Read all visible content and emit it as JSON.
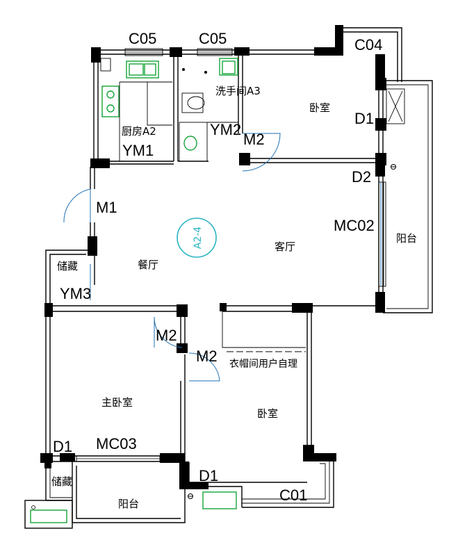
{
  "rooms": {
    "bedroom_ne": "卧室",
    "kitchen": "厨房A2",
    "bathroom": "洗手间A3",
    "living": "客厅",
    "dining": "餐厅",
    "balcony_e": "阳台",
    "storage_w": "储藏",
    "master": "主卧室",
    "bedroom_s": "卧室",
    "wardrobe_note": "衣帽间用户自理",
    "storage_sw": "储藏",
    "balcony_s": "阳台"
  },
  "codes": {
    "c05_left": "C05",
    "c05_right": "C05",
    "c04": "C04",
    "d1_ne": "D1",
    "d2": "D2",
    "ym2": "YM2",
    "m2_top": "M2",
    "ym1": "YM1",
    "m1": "M1",
    "mc02": "MC02",
    "ym3": "YM3",
    "m2_master": "M2",
    "m2_bed": "M2",
    "d1_sw": "D1",
    "mc03": "MC03",
    "d1_s": "D1",
    "c01": "C01"
  },
  "unit_tag": "A2-4",
  "colors": {
    "door": "#1f6fb2",
    "fixture": "#13a538",
    "tag": "#2ab5c4"
  }
}
